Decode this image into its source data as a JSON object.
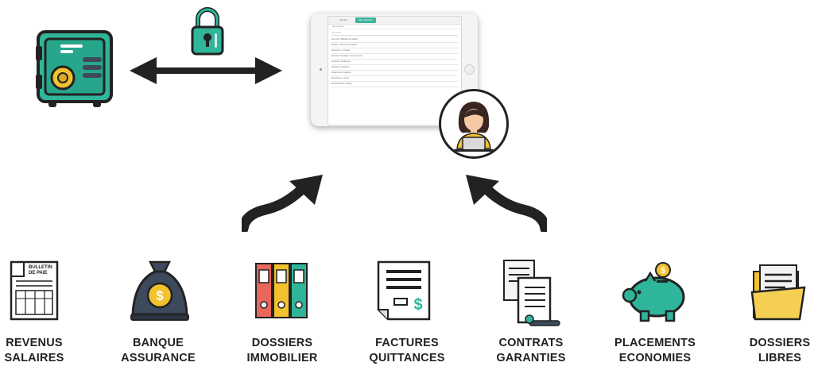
{
  "tablet": {
    "tabs": [
      "Accueil",
      "Mes dossiers"
    ],
    "breadcrumb": "Mes dossiers",
    "search_placeholder": "Rechercher",
    "rows": [
      "Revenus / Bulletins de salaire",
      "Banque / Relevés de compte",
      "Assurance / Contrats",
      "Dossiers immobilier / Acte de vente",
      "Factures / Quittances",
      "Contrats / Garanties",
      "Placements / Epargne",
      "Economies / Livrets",
      "Dossiers libres / Divers"
    ]
  },
  "document_icon_text": {
    "line1": "BULLETIN",
    "line2": "DE PAIE"
  },
  "categories": [
    {
      "line1": "REVENUS",
      "line2": "SALAIRES",
      "icon": "payslip-icon"
    },
    {
      "line1": "BANQUE",
      "line2": "ASSURANCE",
      "icon": "money-bag-icon"
    },
    {
      "line1": "DOSSIERS",
      "line2": "IMMOBILIER",
      "icon": "binders-icon"
    },
    {
      "line1": "FACTURES",
      "line2": "QUITTANCES",
      "icon": "invoice-icon"
    },
    {
      "line1": "CONTRATS",
      "line2": "GARANTIES",
      "icon": "contract-scroll-icon"
    },
    {
      "line1": "PLACEMENTS",
      "line2": "ECONOMIES",
      "icon": "piggy-bank-icon"
    },
    {
      "line1": "DOSSIERS",
      "line2": "LIBRES",
      "icon": "folder-icon"
    }
  ],
  "colors": {
    "teal": "#2fb59a",
    "dark": "#222222",
    "gold": "#f2c12e",
    "red": "#e8675b",
    "navy": "#3d4a5c"
  }
}
